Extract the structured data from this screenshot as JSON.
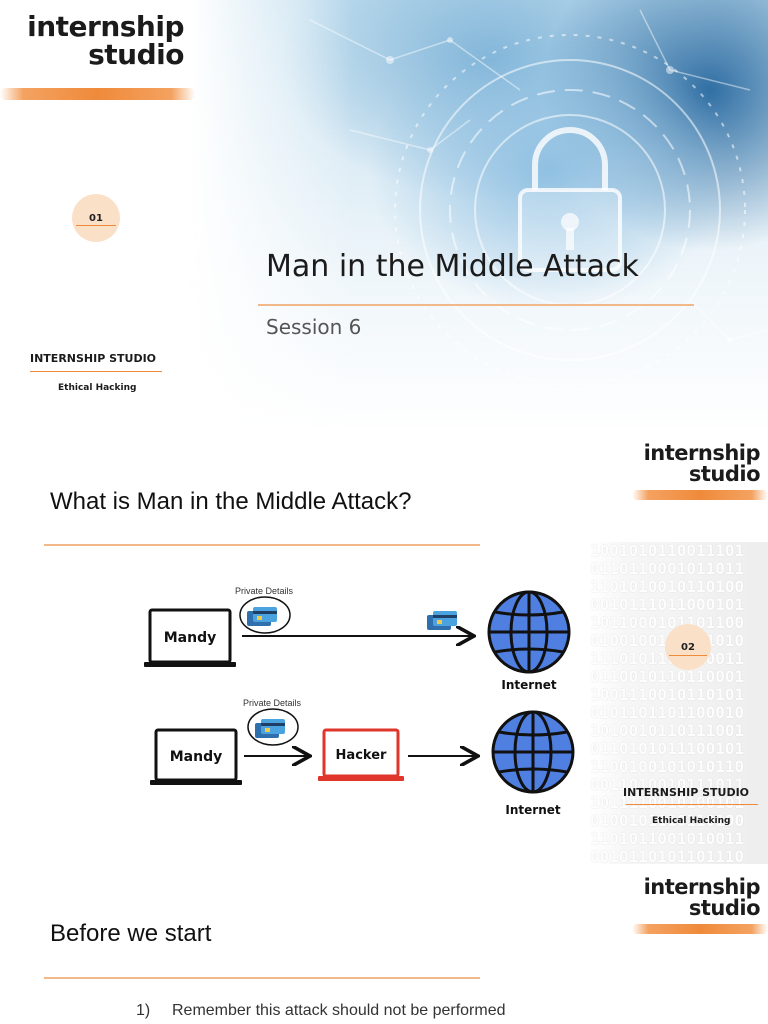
{
  "brand": {
    "logo_line1": "internship",
    "logo_line2": "studio",
    "org_name": "INTERNSHIP STUDIO",
    "course": "Ethical Hacking",
    "accent_color": "#ef8a3a",
    "badge_color": "#fbe0c8"
  },
  "slide1": {
    "number": "01",
    "title": "Man in the Middle Attack",
    "subtitle": "Session 6",
    "background_icon": "padlock-icon"
  },
  "slide2": {
    "number": "02",
    "title": "What is Man in the Middle Attack?",
    "diagram": {
      "top_label": "Private Details",
      "top_user": "Mandy",
      "top_destination": "Internet",
      "bottom_label": "Private Details",
      "bottom_user": "Mandy",
      "attacker": "Hacker",
      "bottom_destination": "Internet",
      "icons": [
        "laptop-icon",
        "credit-card-icon",
        "arrow-right-icon",
        "globe-icon"
      ]
    }
  },
  "slide3": {
    "title": "Before we start",
    "items": [
      {
        "num": "1)",
        "text": "Remember this attack should not be performed"
      }
    ]
  }
}
